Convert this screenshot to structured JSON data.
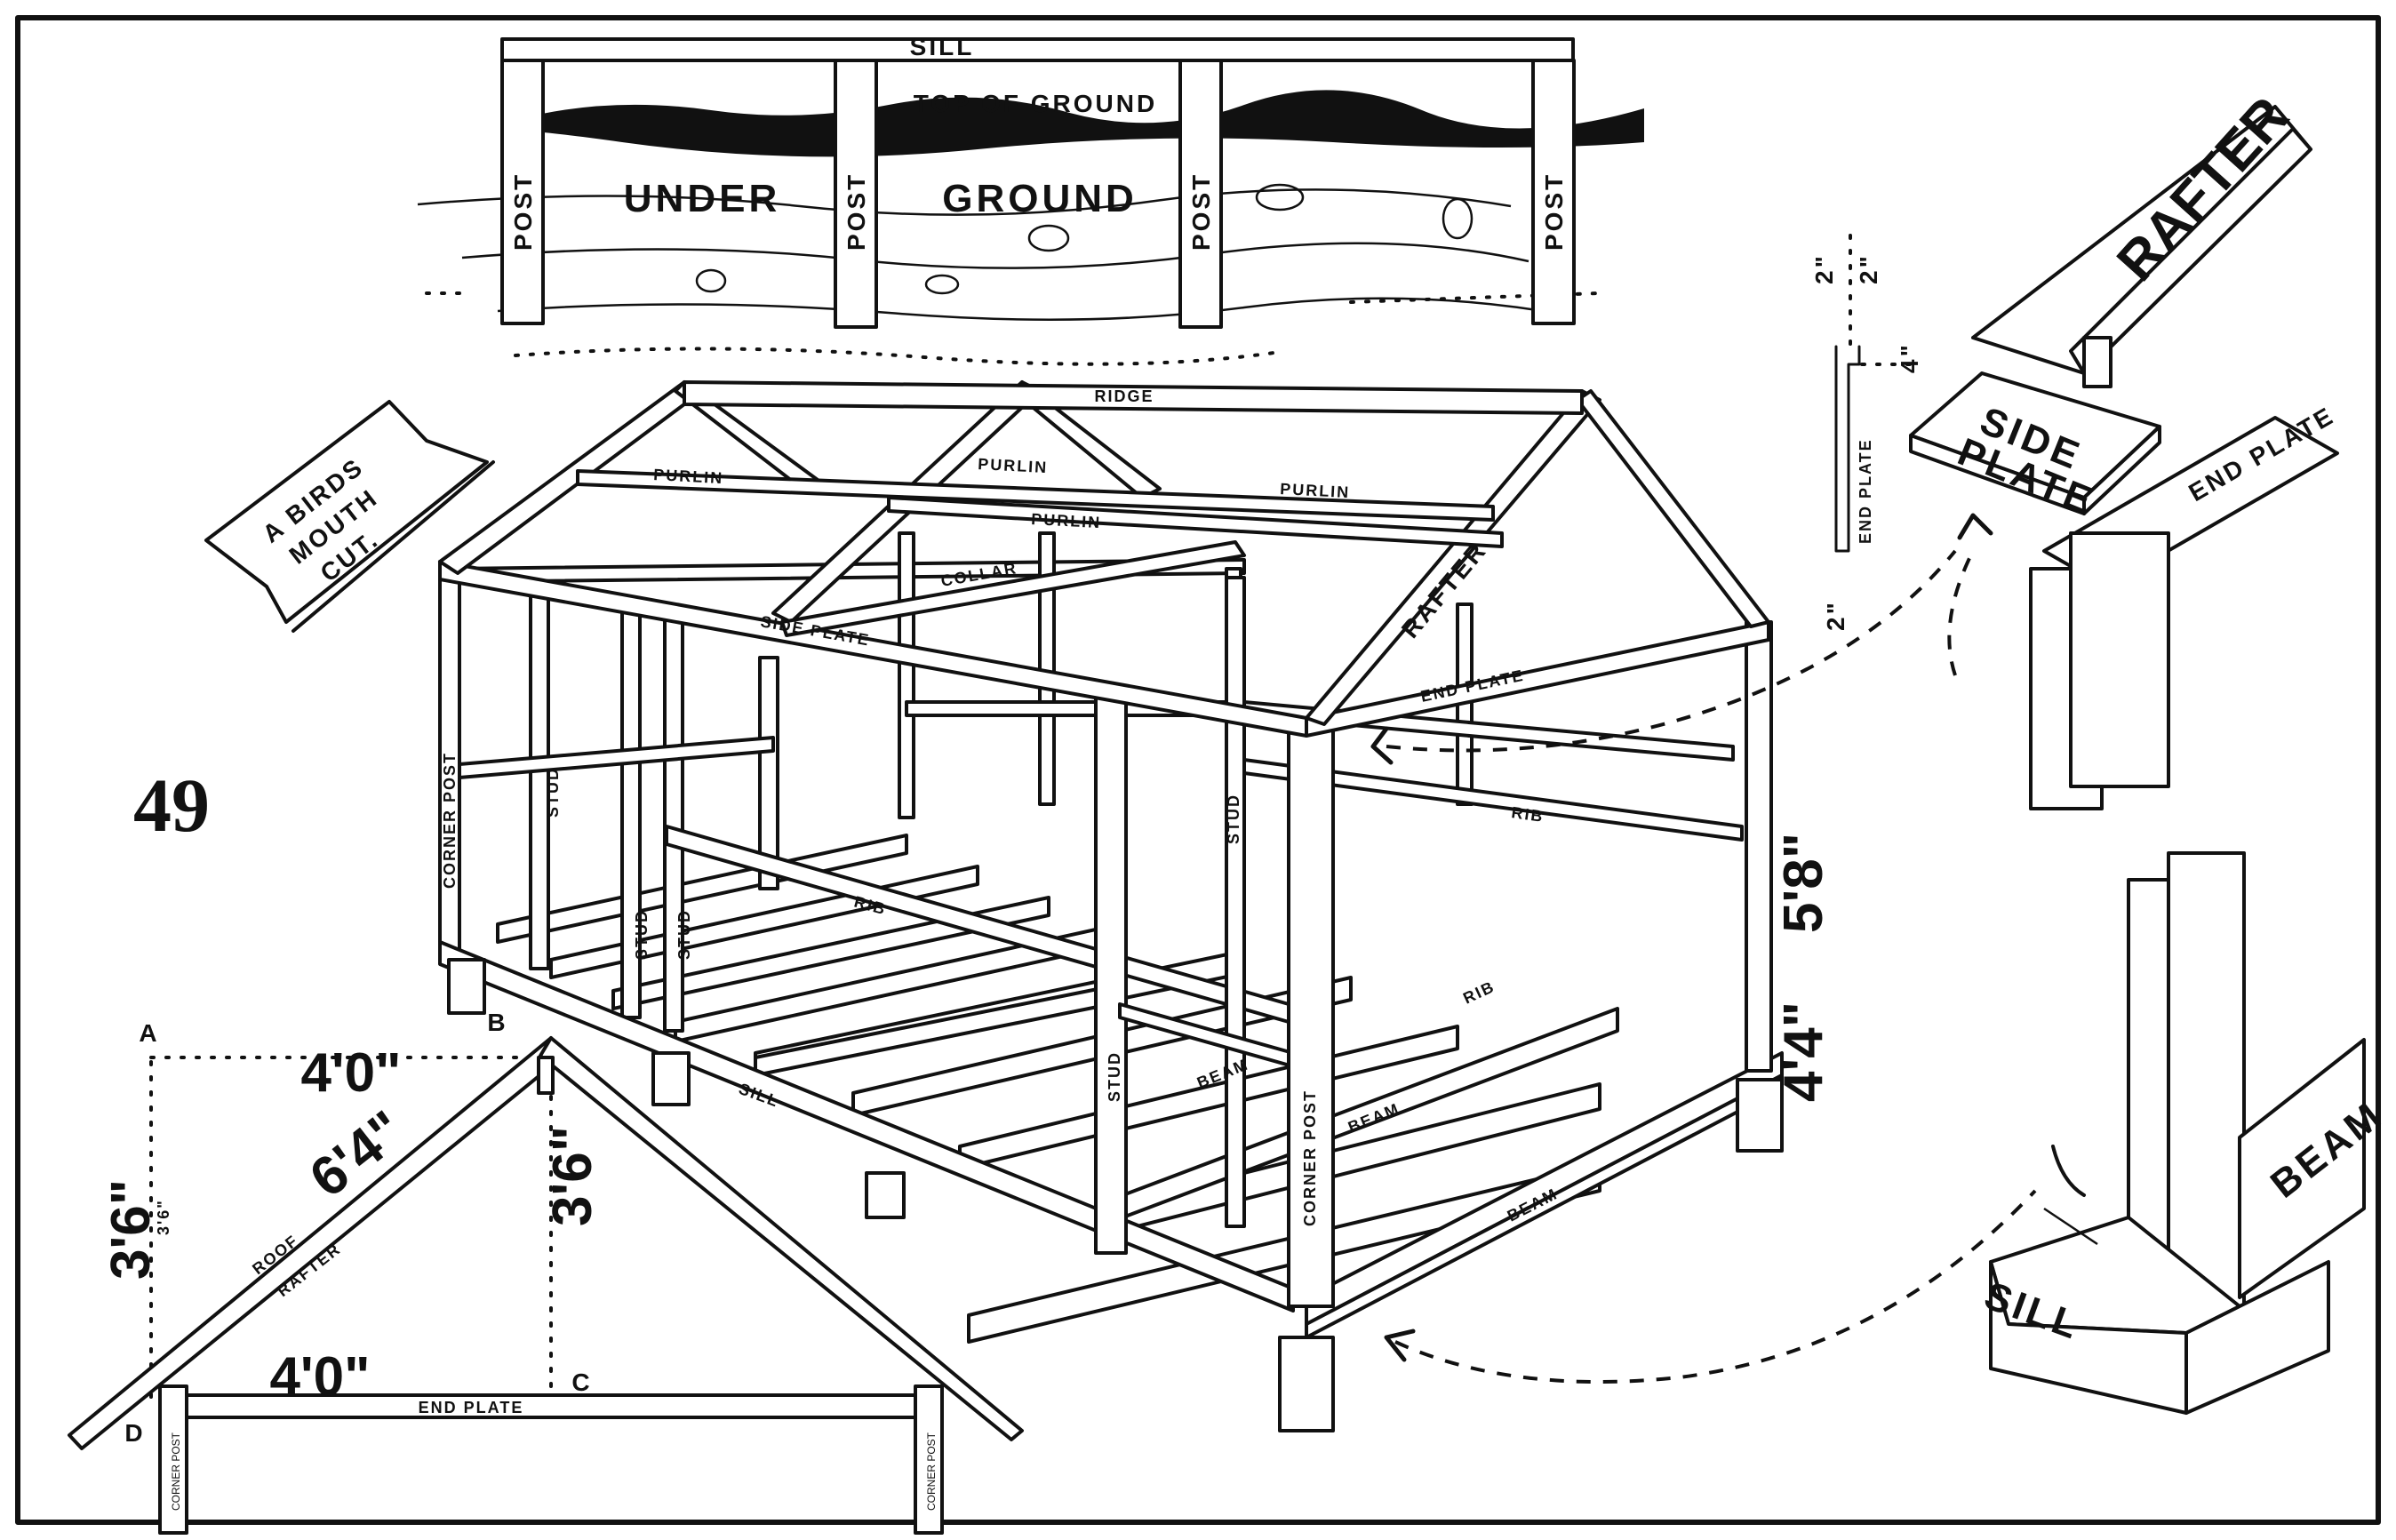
{
  "figure_number": "49",
  "top_detail": {
    "sill": "SILL",
    "top_of_ground": "TOP OF GROUND",
    "under": "UNDER",
    "ground": "GROUND",
    "post": "POST"
  },
  "birds_mouth": {
    "line1": "A BIRDS",
    "line2": "MOUTH",
    "line3": "CUT."
  },
  "frame": {
    "ridge": "RIDGE",
    "purlin": "PURLIN",
    "collar": "COLLAR",
    "side_plate": "SIDE PLATE",
    "rafter": "RAFTER",
    "end_plate": "END PLATE",
    "stud": "STUD",
    "corner_post": "CORNER POST",
    "rib": "RIB",
    "sill": "SILL",
    "beam": "BEAM",
    "height_wall": "5'8\"",
    "height_base": "4'4\"",
    "dim_2": "2\""
  },
  "end_plate_profile": {
    "label": "END PLATE",
    "dim_a": "2\"",
    "dim_b": "2\"",
    "dim_c": "4\""
  },
  "rafter_detail": {
    "rafter": "RAFTER",
    "side": "SIDE",
    "plate": "PLATE",
    "end_plate": "END PLATE"
  },
  "sill_detail": {
    "beam": "BEAM",
    "sill": "SILL"
  },
  "truss": {
    "point_a": "A",
    "point_b": "B",
    "point_c": "C",
    "point_d": "D",
    "top_run": "4'0\"",
    "slope": "6'4\"",
    "rise_left": "3'6\"",
    "rise_left_small": "3'6\"",
    "rise_center": "3'6\"",
    "base_run": "4'0\"",
    "roof": "ROOF",
    "rafter": "RAFTER",
    "end_plate": "END PLATE",
    "corner_post": "CORNER POST"
  }
}
